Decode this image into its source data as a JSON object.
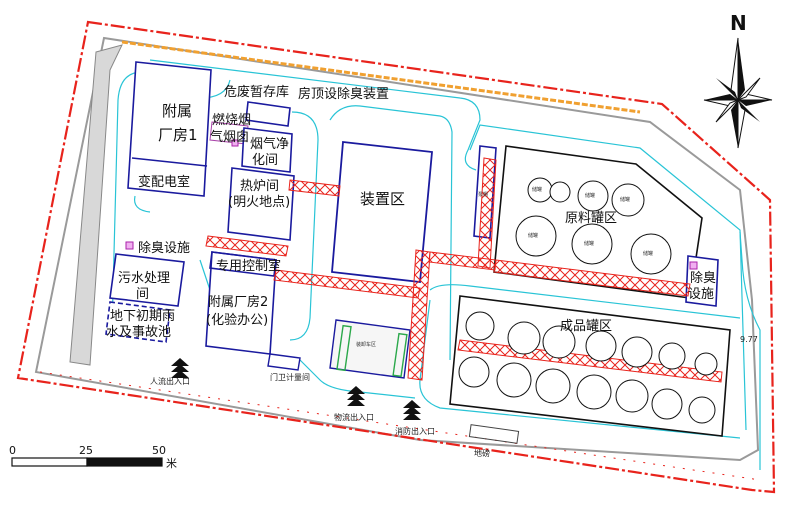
{
  "labels": {
    "annex1": [
      "附属",
      "厂房1"
    ],
    "substation": "变配电室",
    "hazwaste": "危废暂存库",
    "roof_deodor": "房顶设除臭装置",
    "incinerator": [
      "燃烧烟",
      "气烟囱"
    ],
    "flue": [
      "烟气净",
      "化间"
    ],
    "boiler": [
      "热炉间",
      "(明火地点)"
    ],
    "device_area": "装置区",
    "raw_tank": "原料罐区",
    "product_tank": "成品罐区",
    "deodor_left": "除臭设施",
    "deodor_right": [
      "除臭",
      "设施"
    ],
    "sewage": [
      "污水处理",
      "间"
    ],
    "rain_pool": [
      "地下初期雨",
      "水及事故池"
    ],
    "control_room": "专用控制室",
    "annex2": [
      "附属厂房2",
      "(化验办公)"
    ],
    "loading": "装卸车区",
    "gate_weigh": "门卫计量间",
    "people_gate": "人流出入口",
    "logistics_gate": "物流出入口",
    "fire_gate": "消防出入口",
    "weighbridge": "地磅",
    "elevation": "9.77",
    "side_tag": "泵棚"
  },
  "tank_label": "储罐",
  "scale": {
    "ticks": [
      "0",
      "25",
      "50"
    ],
    "unit": "米"
  },
  "north": "N",
  "colors": {
    "boundary": "#e8231c",
    "building": "#1a1a9e",
    "road": "#29c4d6",
    "pipe": "#e8231c",
    "tank": "#111111"
  }
}
